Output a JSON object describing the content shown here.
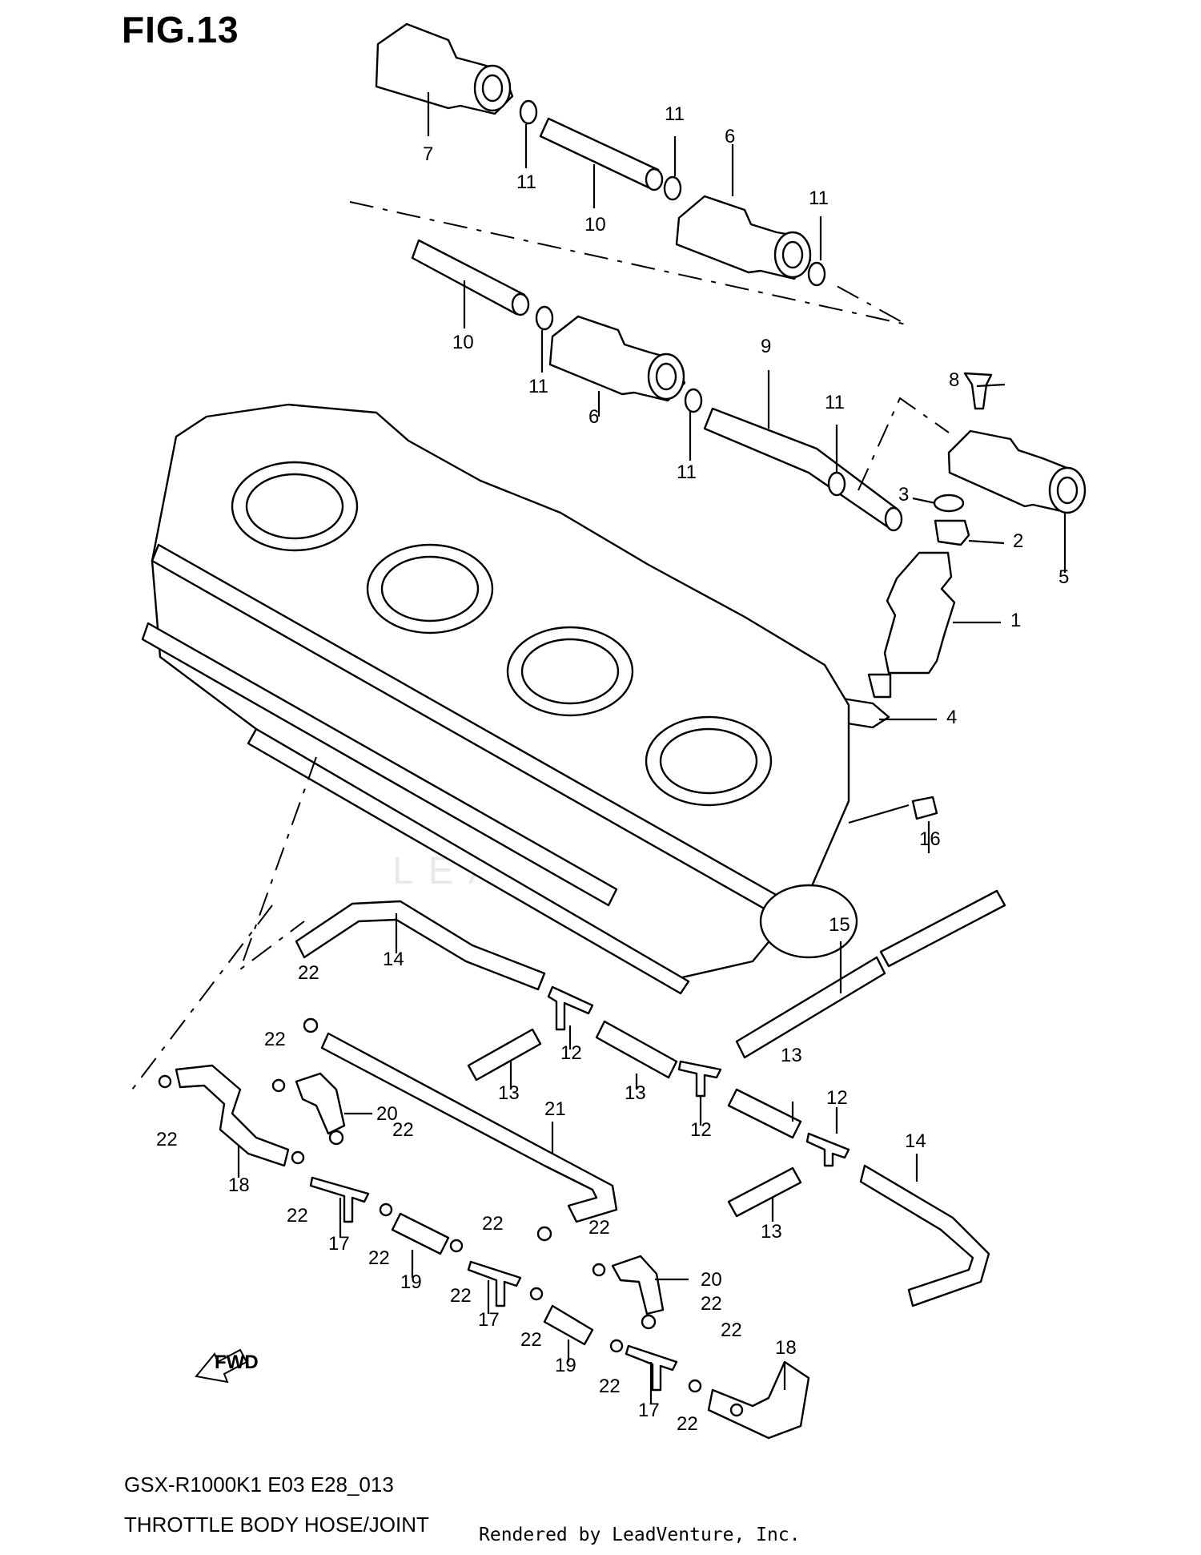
{
  "figure": {
    "title": "FIG.13",
    "model_code": "GSX-R1000K1 E03 E28_013",
    "caption": "THROTTLE BODY HOSE/JOINT",
    "rendered_by": "Rendered by LeadVenture, Inc.",
    "watermark": "LEADVENTURE"
  },
  "fwd_arrow_label": "FWD",
  "callouts": [
    "7",
    "11",
    "10",
    "11",
    "6",
    "11",
    "10",
    "11",
    "6",
    "11",
    "9",
    "11",
    "8",
    "3",
    "2",
    "5",
    "1",
    "4",
    "16",
    "15",
    "14",
    "22",
    "12",
    "13",
    "13",
    "12",
    "13",
    "12",
    "14",
    "22",
    "20",
    "22",
    "21",
    "22",
    "18",
    "22",
    "17",
    "22",
    "19",
    "22",
    "22",
    "17",
    "22",
    "20",
    "22",
    "13",
    "22",
    "19",
    "22",
    "22",
    "17",
    "22",
    "18"
  ]
}
